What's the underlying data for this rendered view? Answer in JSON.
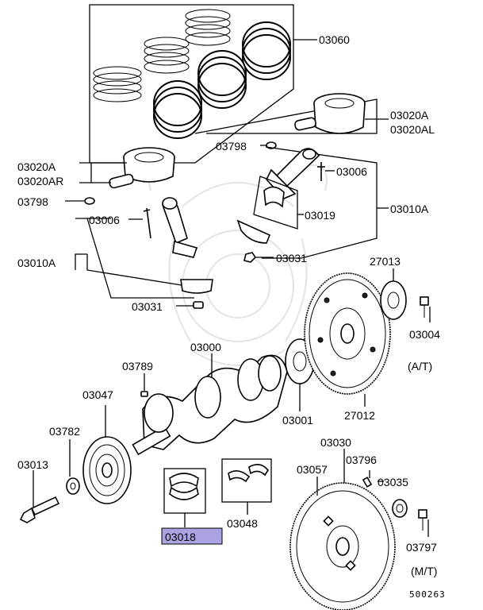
{
  "diagram": {
    "parts": {
      "piston_rings": "03060",
      "piston_right_a": "03020A",
      "piston_right_al": "03020AL",
      "pin_clip_right": "03798",
      "conrod_bolt_right": "03006",
      "bearing_right": "03019",
      "conrod_assy_right": "03010A",
      "conrod_nut_right": "03031",
      "piston_left_a": "03020A",
      "piston_left_ar": "03020AR",
      "pin_clip_left": "03798",
      "conrod_bolt_left": "03006",
      "conrod_assy_left": "03010A",
      "conrod_nut_left": "03031",
      "crankshaft": "03000",
      "key": "03789",
      "pulley": "03047",
      "washer": "03782",
      "pulley_bolt": "03013",
      "main_bearing": "03018",
      "thrust_bearing": "03048",
      "adapter_plate": "03001",
      "drive_plate": "27012",
      "drive_plate_shim": "27013",
      "drive_plate_bolt": "03004",
      "flywheel_assy": "03030",
      "flywheel": "03057",
      "dowel_pin": "03796",
      "pilot_bearing": "03035",
      "flywheel_bolt": "03797"
    },
    "notes": {
      "automatic": "(A/T)",
      "manual": "(M/T)"
    },
    "diagram_code": "500263",
    "highlight_color": "#a9a3e2"
  }
}
